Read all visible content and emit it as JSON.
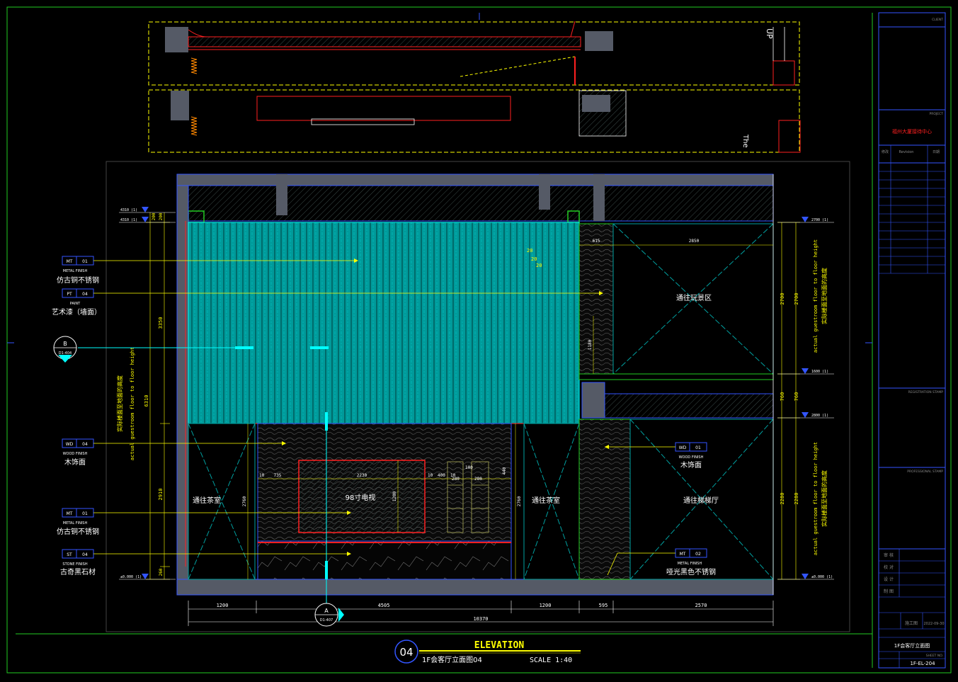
{
  "colors": {
    "background": "#000000",
    "frame": "#22cc22",
    "wall": "#00a0a0",
    "cyan": "#00ffff",
    "yellow": "#ffff00",
    "red": "#ff2020",
    "blue": "#3355ff",
    "white": "#ffffff",
    "grey": "#555a66",
    "dim": "#888888"
  },
  "title_block": {
    "client": "CLIENT",
    "project": "PROJECT",
    "project_name": "福州大厦接待中心",
    "revision": "修改",
    "rev_sub": "Revision",
    "date": "日期",
    "registration_stamp": "REGISTRATION STAMP",
    "professional_stamp": "PROFESSIONAL STAMP",
    "approved": "审 核",
    "checked": "校 对",
    "designed": "设 计",
    "drawn": "制 图",
    "phase_label": "施工图",
    "date_value": "2022-09-30",
    "drawing_title": "1F会客厅立面图",
    "sheet_no": "1F-EL-204",
    "sheet_label": "SHEET NO."
  },
  "title": {
    "number": "04",
    "heading": "ELEVATION",
    "subtitle": "1F会客厅立面图04",
    "scale": "SCALE 1:40"
  },
  "materials": [
    {
      "code": "MT",
      "num": "01",
      "en": "METAL FINISH",
      "cn": "仿古铜不锈钢"
    },
    {
      "code": "PT",
      "num": "04",
      "en": "PAINT",
      "cn": "艺术漆（墙面）"
    },
    {
      "code": "WD",
      "num": "04",
      "en": "WOOD FINISH",
      "cn": "木饰面"
    },
    {
      "code": "MT",
      "num": "01",
      "en": "METAL FINISH",
      "cn": "仿古铜不锈钢"
    },
    {
      "code": "ST",
      "num": "04",
      "en": "STONE FINISH",
      "cn": "古奇黑石材"
    },
    {
      "code": "WD",
      "num": "01",
      "en": "WOOD FINISH",
      "cn": "木饰面"
    },
    {
      "code": "MT",
      "num": "02",
      "en": "METAL FINISH",
      "cn": "哑光黑色不锈钢"
    }
  ],
  "rooms": {
    "play_area": "通往玩景区",
    "tea_room_left": "通往茶室",
    "tea_room_right": "通往茶室",
    "lift_hall": "通往梯梯厅",
    "tv": "98寸电视"
  },
  "dimensions": {
    "bottom": [
      "1200",
      "4505",
      "1200",
      "595",
      "2570"
    ],
    "total": "10370",
    "left_height": "6310",
    "left_upper": "3350",
    "left_lower": "2910",
    "left_top": [
      "200",
      "200"
    ],
    "left_base": "260",
    "right_upper": [
      "2700",
      "2700"
    ],
    "right_mid": [
      "760",
      "760"
    ],
    "right_lower": [
      "2280",
      "2280"
    ],
    "top_right": [
      "615",
      "2850"
    ],
    "mid_1180": "1180",
    "door_2760_l": "2760",
    "door_2760_r": "2760",
    "tv_row": [
      "10",
      "735",
      "2230",
      "10",
      "400",
      "10"
    ],
    "niche": [
      "100",
      "280",
      "280",
      "440"
    ],
    "tv_height": "1200",
    "small": [
      "20",
      "20",
      "20"
    ]
  },
  "levels": {
    "top_left": [
      "4310 (1)",
      "4310 (1)"
    ],
    "top_right": "2700 (1)",
    "mid_right_a": "1600 (1)",
    "mid_right_b": "2800 (1)",
    "bottom_left": "±0.000 (1)",
    "bottom_right": "±0.000 (1)"
  },
  "vertical_notes": {
    "left_cn": "实际楼面至地面的高度",
    "left_en": "actual guestroom floor to floor height",
    "right_en_top": "actual guestroom floor to floor height",
    "right_cn_top": "实际楼面至地面的高度",
    "right_en_bottom": "actual guestroom floor to floor height",
    "right_cn_bottom": "实际楼面至地面的高度"
  },
  "section_marks": {
    "B_letter": "B",
    "B_ref": "D1-404",
    "A_letter": "A",
    "A_ref": "D1-407"
  },
  "plan_labels": {
    "up": "UP",
    "text": "The"
  }
}
